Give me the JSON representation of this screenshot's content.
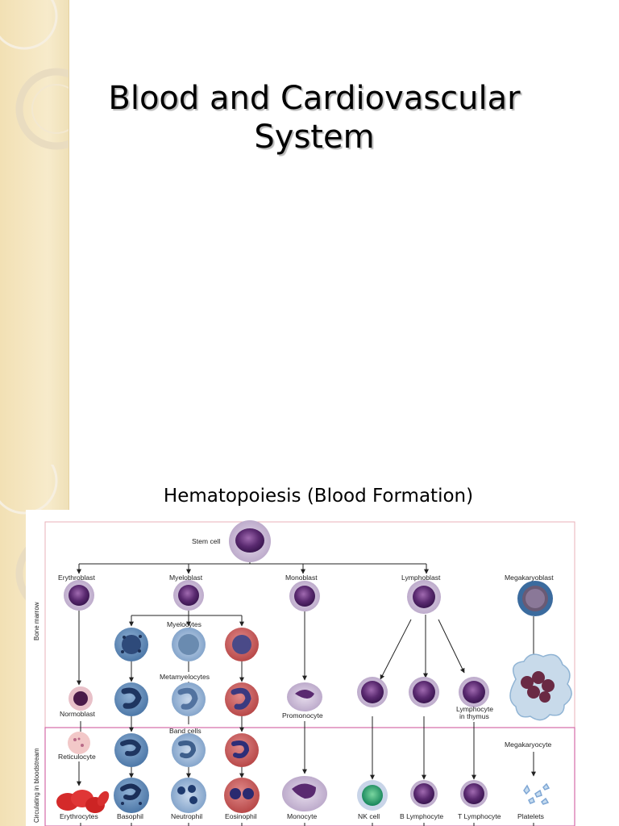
{
  "slide1": {
    "title_line1": "Blood and Cardiovascular",
    "title_line2": "System"
  },
  "slide2": {
    "title": "Hematopoiesis (Blood Formation)"
  },
  "diagram": {
    "stem_cell": "Stem cell",
    "erythroblast": "Erythroblast",
    "myeloblast": "Myeloblast",
    "monoblast": "Monoblast",
    "lymphoblast": "Lymphoblast",
    "megakaryoblast": "Megakaryoblast",
    "bone_marrow": "Bone marrow",
    "circulating": "Circulating in bloodstream",
    "myelocytes": "Myelocytes",
    "metamyelocytes": "Metamyelocytes",
    "normoblast": "Normoblast",
    "promonocyte": "Promonocyte",
    "lymphocyte_in_thymus_1": "Lymphocyte",
    "lymphocyte_in_thymus_2": "in thymus",
    "band_cells": "Band cells",
    "reticulocyte": "Reticulocyte",
    "megakaryocyte": "Megakaryocyte",
    "erythrocytes": "Erythrocytes",
    "basophil": "Basophil",
    "neutrophil": "Neutrophil",
    "eosinophil": "Eosinophil",
    "monocyte": "Monocyte",
    "nk_cell": "NK cell",
    "b_lymphocyte": "B Lymphocyte",
    "t_lymphocyte": "T Lymphocyte",
    "platelets": "Platelets"
  },
  "colors": {
    "sidebar": "#f2e0b4",
    "border": "#e8b0b8",
    "circulating_border": "#d46aa8"
  }
}
